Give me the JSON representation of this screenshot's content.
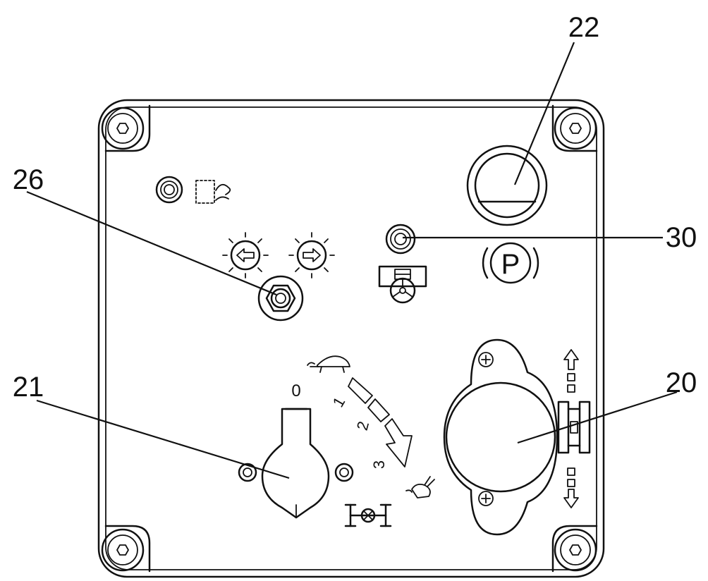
{
  "callouts": {
    "c22": "22",
    "c26": "26",
    "c30": "30",
    "c21": "21",
    "c20": "20"
  },
  "dial_labels": {
    "pos0": "0",
    "pos1": "1",
    "pos2": "2",
    "pos3": "3"
  },
  "parking_symbol": "P",
  "icons": {
    "beacon": "beacon-light-icon",
    "turn_left": "turn-signal-left-icon",
    "turn_right": "turn-signal-right-icon",
    "steering_lock": "steering-lock-icon",
    "turtle": "turtle-slow-icon",
    "rabbit": "rabbit-fast-icon",
    "axle": "axle-lock-icon",
    "lift": "lift-up-down-icon"
  }
}
